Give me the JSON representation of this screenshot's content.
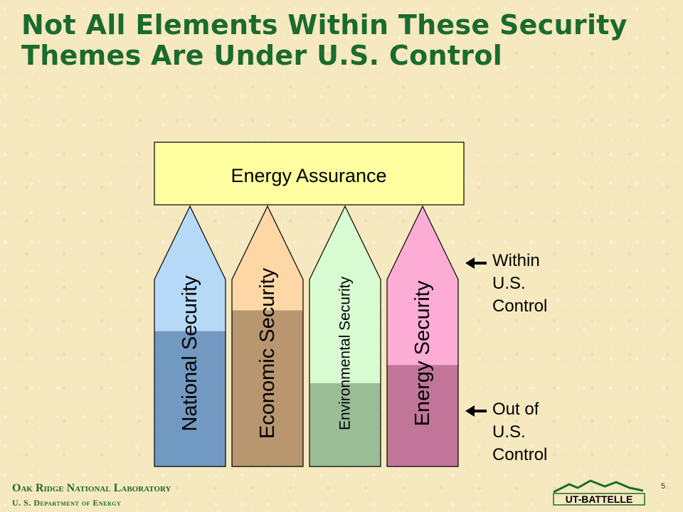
{
  "slide": {
    "title": "Not All Elements Within These Security Themes Are Under U.S. Control",
    "page_number": "5"
  },
  "diagram": {
    "top_box": {
      "label": "Energy Assurance",
      "fill": "#fffea0"
    },
    "columns": [
      {
        "label": "National Security",
        "upper_fill": "#b6d9f7",
        "lower_fill": "#7299c2",
        "within_control_fraction": 0.48
      },
      {
        "label": "Economic Security",
        "upper_fill": "#fdd7a6",
        "lower_fill": "#b89670",
        "within_control_fraction": 0.4
      },
      {
        "label": "Environmental Security",
        "upper_fill": "#d8fbd2",
        "lower_fill": "#9abd96",
        "within_control_fraction": 0.68
      },
      {
        "label": "Energy Security",
        "upper_fill": "#fdacd6",
        "lower_fill": "#c07599",
        "within_control_fraction": 0.61
      }
    ],
    "legend": [
      {
        "key": "within",
        "lines": [
          "Within",
          "U.S.",
          "Control"
        ]
      },
      {
        "key": "out",
        "lines": [
          "Out of",
          "U.S.",
          "Control"
        ]
      }
    ]
  },
  "footer": {
    "line1": "Oak Ridge National Laboratory",
    "line2": "U. S. Department of Energy",
    "logo_text": "UT-BATTELLE"
  }
}
